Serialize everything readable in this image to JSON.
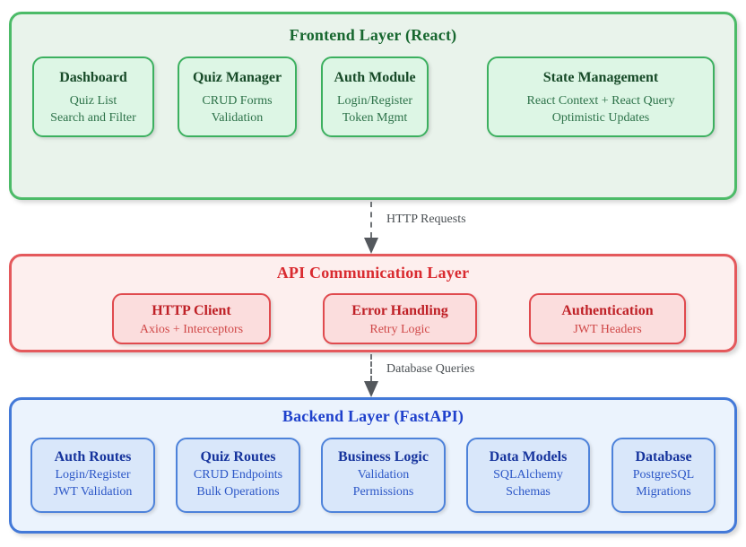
{
  "layers": {
    "frontend": {
      "title": "Frontend Layer (React)",
      "nodes": [
        {
          "title": "Dashboard",
          "lines": [
            "Quiz List",
            "Search and Filter"
          ]
        },
        {
          "title": "Quiz Manager",
          "lines": [
            "CRUD Forms",
            "Validation"
          ]
        },
        {
          "title": "Auth Module",
          "lines": [
            "Login/Register",
            "Token Mgmt"
          ]
        },
        {
          "title": "State Management",
          "lines": [
            "React Context + React Query",
            "Optimistic Updates"
          ]
        }
      ]
    },
    "api": {
      "title": "API Communication Layer",
      "nodes": [
        {
          "title": "HTTP Client",
          "lines": [
            "Axios + Interceptors"
          ]
        },
        {
          "title": "Error Handling",
          "lines": [
            "Retry Logic"
          ]
        },
        {
          "title": "Authentication",
          "lines": [
            "JWT Headers"
          ]
        }
      ]
    },
    "backend": {
      "title": "Backend Layer (FastAPI)",
      "nodes": [
        {
          "title": "Auth Routes",
          "lines": [
            "Login/Register",
            "JWT Validation"
          ]
        },
        {
          "title": "Quiz Routes",
          "lines": [
            "CRUD Endpoints",
            "Bulk Operations"
          ]
        },
        {
          "title": "Business Logic",
          "lines": [
            "Validation",
            "Permissions"
          ]
        },
        {
          "title": "Data Models",
          "lines": [
            "SQLAlchemy",
            "Schemas"
          ]
        },
        {
          "title": "Database",
          "lines": [
            "PostgreSQL",
            "Migrations"
          ]
        }
      ]
    }
  },
  "arrows": [
    {
      "label": "HTTP Requests"
    },
    {
      "label": "Database Queries"
    }
  ],
  "colors": {
    "fe-border": "#4cbb68",
    "fe-fill": "#e9f3eb",
    "fe-title": "#17672f",
    "feN-border": "#3cb05f",
    "feN-fill": "#ddf6e5",
    "feN-title": "#174a28",
    "feN-text": "#2d7249",
    "st-border": "#e9a23b",
    "st-fill": "#fdf2cb",
    "st-title": "#7b2d12",
    "st-text": "#9e4a24",
    "api-border": "#e4595c",
    "api-fill": "#fdefee",
    "api-title": "#d92b30",
    "apiN-border": "#e04a4e",
    "apiN-fill": "#fbdddd",
    "apiN-title": "#bf2026",
    "apiN-text": "#d04848",
    "be-border": "#4379d8",
    "be-fill": "#ebf3fd",
    "be-title": "#1f41cc",
    "beN-border": "#4d82da",
    "beN-fill": "#d9e7fa",
    "beN-title": "#16349d",
    "beN-text": "#2c57c7",
    "arrow-line": "#6e7276",
    "arrow-head": "#54585d",
    "arrow-label": "#4b5054"
  }
}
